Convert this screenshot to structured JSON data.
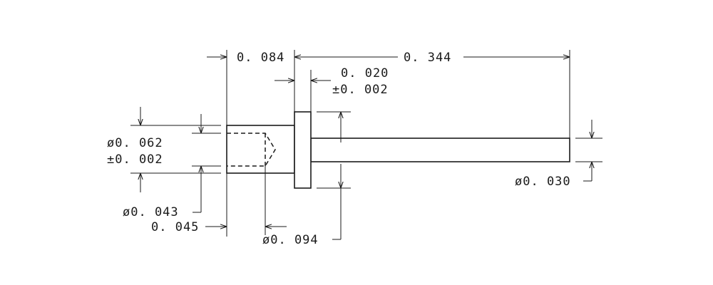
{
  "drawing": {
    "units": "in",
    "dimensions": {
      "tail_length": {
        "label": "0. 084",
        "value": 0.084
      },
      "pin_length": {
        "label": "0. 344",
        "value": 0.344
      },
      "flange_thickness": {
        "label": "0. 020",
        "tolerance": "±0. 002",
        "value": 0.02
      },
      "tail_diameter": {
        "label": "ø0. 062",
        "tolerance": "±0. 002",
        "value": 0.062
      },
      "bore_diameter": {
        "label": "ø0. 043",
        "value": 0.043
      },
      "bore_depth": {
        "label": "0. 045",
        "value": 0.045
      },
      "flange_diameter": {
        "label": "ø0. 094",
        "value": 0.094
      },
      "pin_diameter": {
        "label": "ø0. 030",
        "value": 0.03
      }
    }
  }
}
